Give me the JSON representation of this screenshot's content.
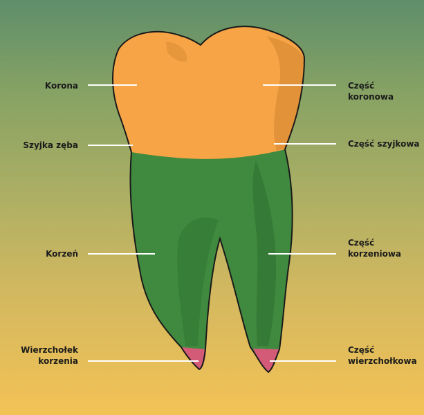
{
  "labels_left": [
    {
      "id": "crown",
      "lines": [
        "Korona"
      ]
    },
    {
      "id": "neck",
      "lines": [
        "Szyjka zęba"
      ]
    },
    {
      "id": "root",
      "lines": [
        "Korzeń"
      ]
    },
    {
      "id": "apex",
      "lines": [
        "Wierzchołek",
        "korzenia"
      ]
    }
  ],
  "labels_right": [
    {
      "id": "coronal-part",
      "lines": [
        "Część",
        "koronowa"
      ]
    },
    {
      "id": "cervical-part",
      "lines": [
        "Część szyjkowa"
      ]
    },
    {
      "id": "root-part",
      "lines": [
        "Część",
        "korzeniowa"
      ]
    },
    {
      "id": "apical-part",
      "lines": [
        "Część",
        "wierzchołkowa"
      ]
    }
  ],
  "colors": {
    "crown": "#f6a446",
    "crown_shade": "#e29238",
    "root": "#3f8a3e",
    "root_shade": "#357a36",
    "apex": "#d35b78",
    "outline": "#1a1a1a",
    "leader_line": "#ffffff"
  }
}
